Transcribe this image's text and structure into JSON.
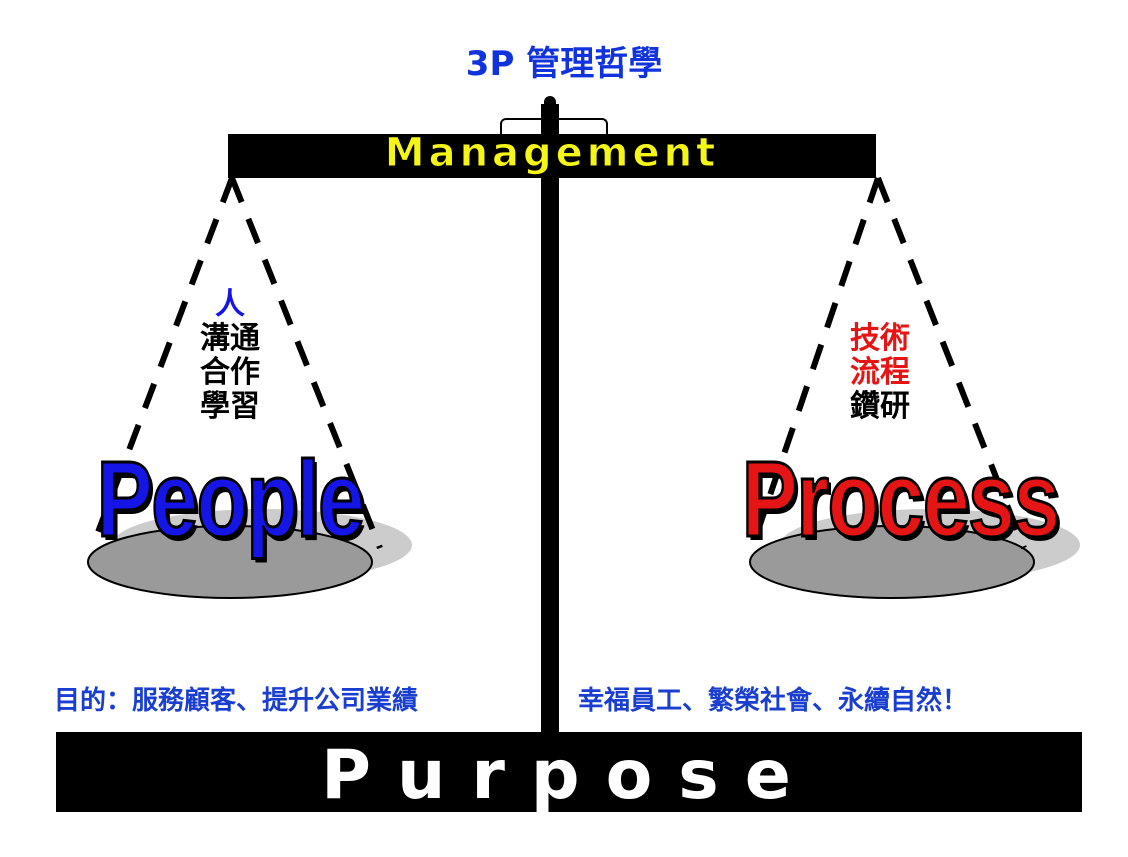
{
  "title": "3P 管理哲學",
  "management_label": "Management",
  "purpose_label": "Purpose",
  "left": {
    "heading": "人",
    "lines": [
      "溝通",
      "合作",
      "學習"
    ],
    "word": "People"
  },
  "right": {
    "lines_red": [
      "技術",
      "流程"
    ],
    "line_black": "鑽研",
    "word": "Process"
  },
  "goal_left": "目的：服務顧客、提升公司業績",
  "goal_right": "幸福員工、繁榮社會、永續自然！",
  "colors": {
    "title": "#1133dd",
    "management_text": "#f5f516",
    "people": "#1515e6",
    "process": "#e61515",
    "goal_text": "#1a3fd0",
    "pan_fill": "#9a9a9a",
    "purpose_text": "#ffffff"
  }
}
